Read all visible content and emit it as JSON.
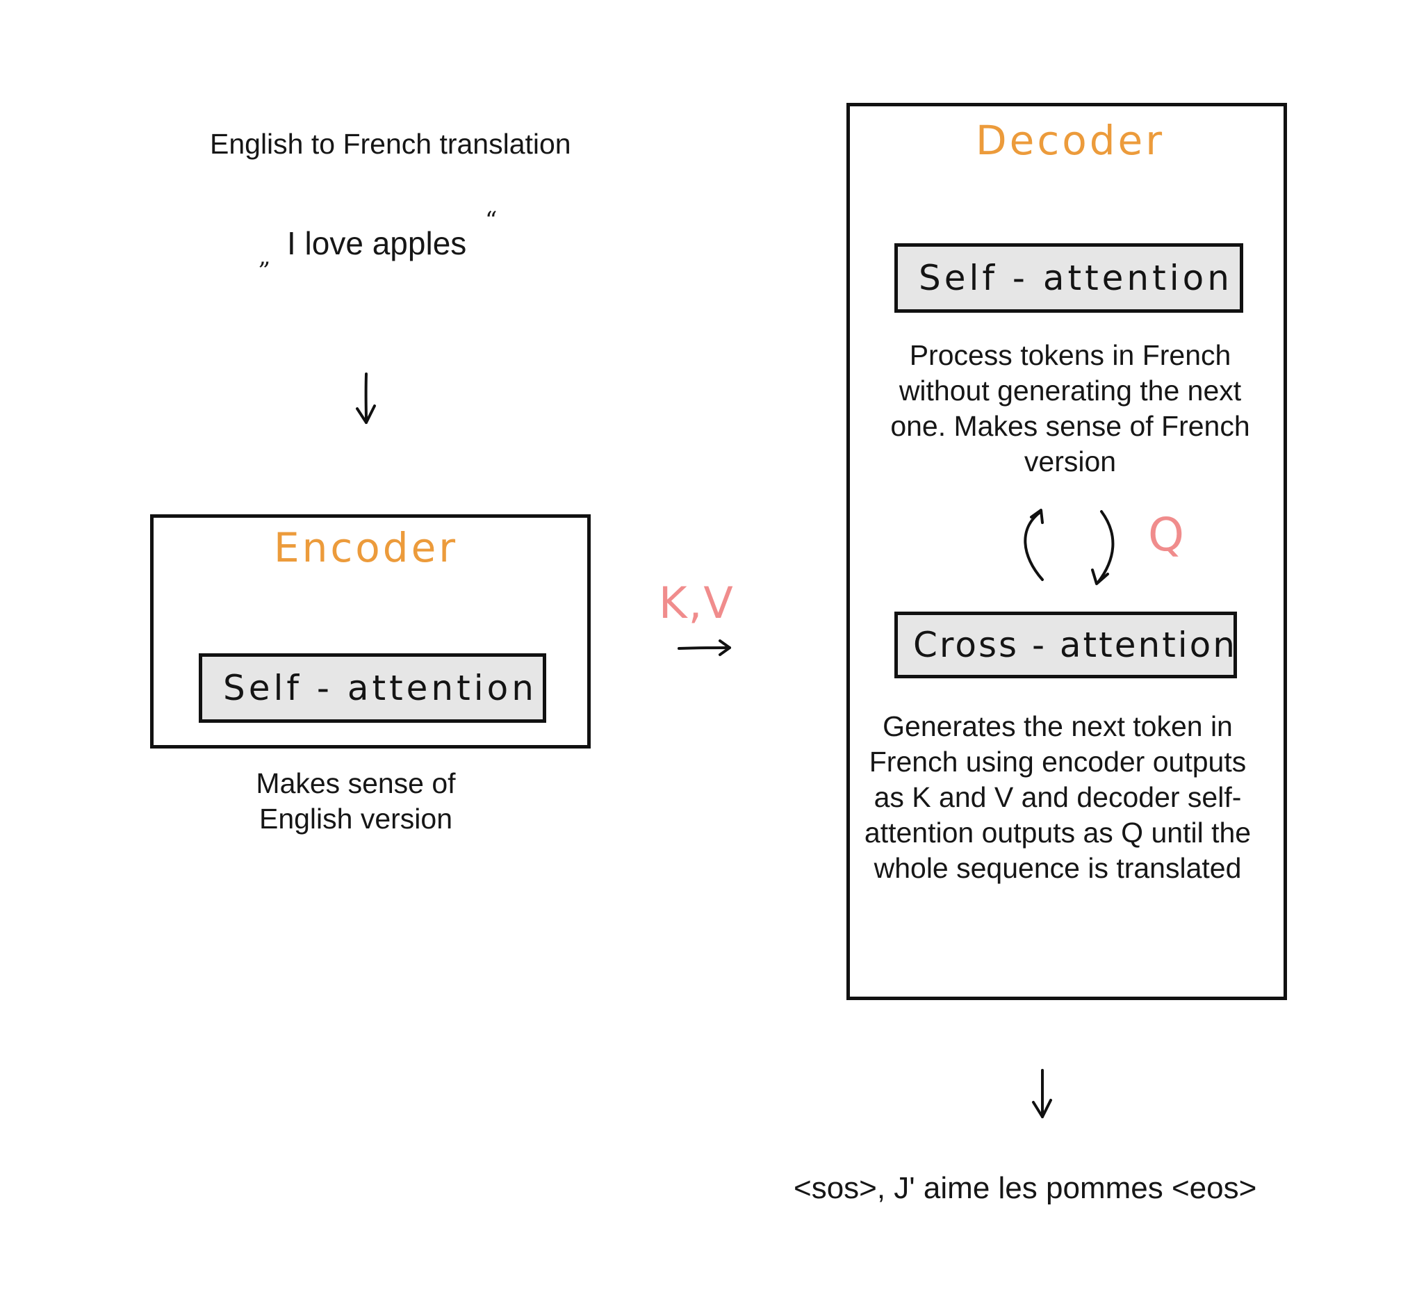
{
  "header": {
    "title": "English to French translation"
  },
  "input": {
    "sentence": "I love apples",
    "open_quote": "„",
    "close_quote": "“"
  },
  "encoder": {
    "title": "Encoder",
    "block_label": "Self - attention",
    "caption_line1": "Makes sense of",
    "caption_line2": "English version"
  },
  "connection": {
    "kv_label": "K,V"
  },
  "decoder": {
    "title": "Decoder",
    "self_attention_label": "Self - attention",
    "self_attention_description": "Process tokens in French without generating the next one. Makes sense of French version",
    "q_label": "Q",
    "cross_attention_label": "Cross - attention",
    "cross_attention_description": "Generates the next token in French using encoder outputs as K and V and decoder self-attention outputs as Q until the whole sequence is translated"
  },
  "output": {
    "sentence": "<sos>, J' aime les pommes <eos>"
  },
  "colors": {
    "title_orange": "#ec9b3b",
    "label_pink": "#f08c8c",
    "block_fill": "#e6e6e6",
    "stroke": "#111111"
  }
}
